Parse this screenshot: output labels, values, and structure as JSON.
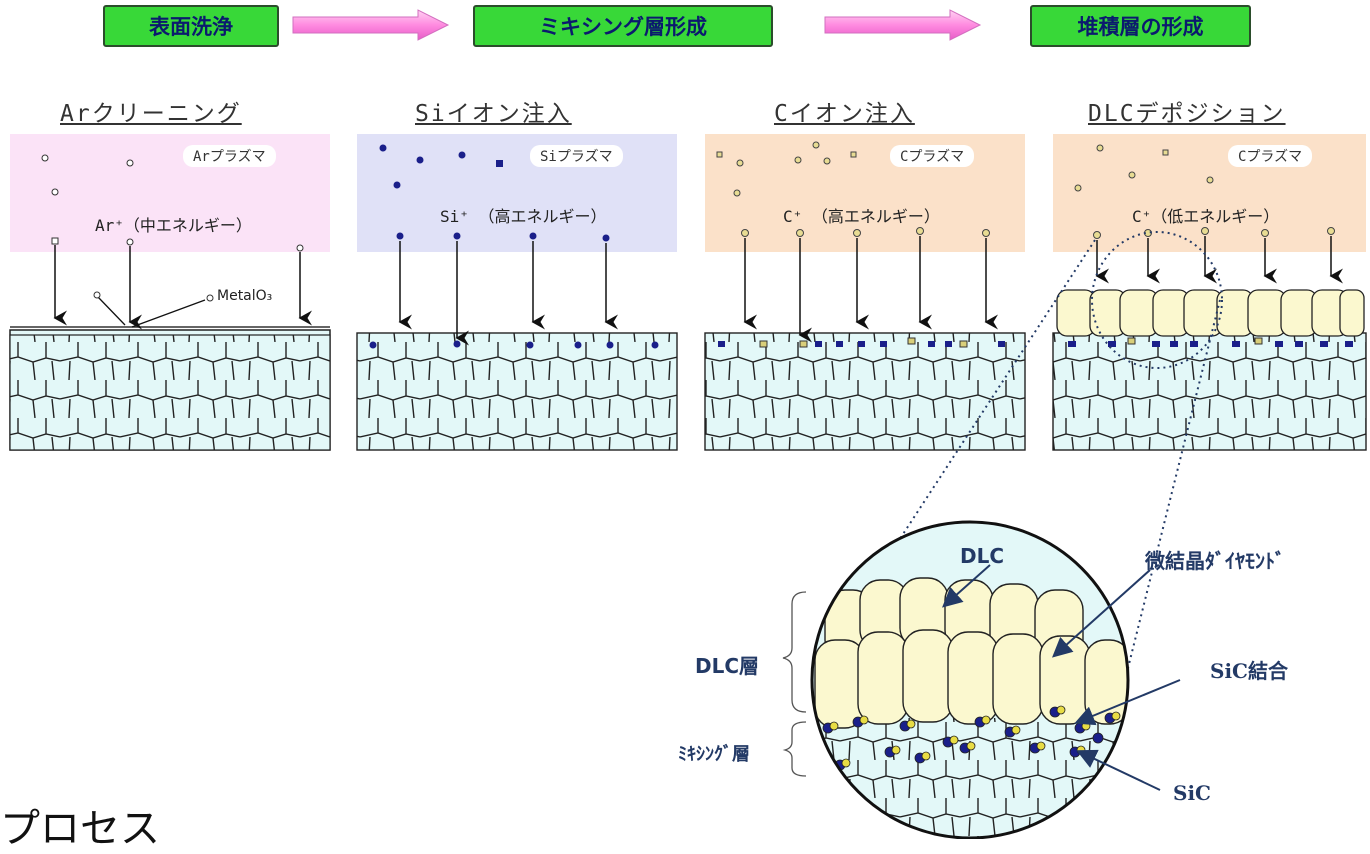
{
  "steps": [
    "表面洗浄",
    "ミキシング層形成",
    "堆積層の形成"
  ],
  "panels": [
    {
      "title": "Arクリーニング",
      "plasma": "Arプラズマ",
      "ion": "Ar⁺（中エネルギー）",
      "plasma_color": "#fbe3f7"
    },
    {
      "title": "Siイオン注入",
      "plasma": "Siプラズマ",
      "ion": "Si⁺ （高エネルギー）",
      "plasma_color": "#e0e1f7"
    },
    {
      "title": "Cイオン注入",
      "plasma": "Cプラズマ",
      "ion": "C⁺ （高エネルギー）",
      "plasma_color": "#fbe1c9"
    },
    {
      "title": "DLCデポジション",
      "plasma": "Cプラズマ",
      "ion": "C⁺（低エネルギー）",
      "plasma_color": "#fbe1c9"
    }
  ],
  "metal_label": "MetalO₃",
  "detail": {
    "dlc": "DLC",
    "diamond": "微結晶ﾀﾞｲﾔﾓﾝﾄﾞ",
    "dlc_layer": "DLC層",
    "mixing_layer": "ﾐｷｼﾝｸﾞ層",
    "sic_bond": "SiC結合",
    "sic": "SiC"
  },
  "footer": "プロセス",
  "colors": {
    "step_fill": "#38d838",
    "substrate": "#e3f8f8",
    "dlc": "#fbf8cf",
    "si_dot": "#1a1f8a",
    "c_dot": "#d9cf7a"
  }
}
